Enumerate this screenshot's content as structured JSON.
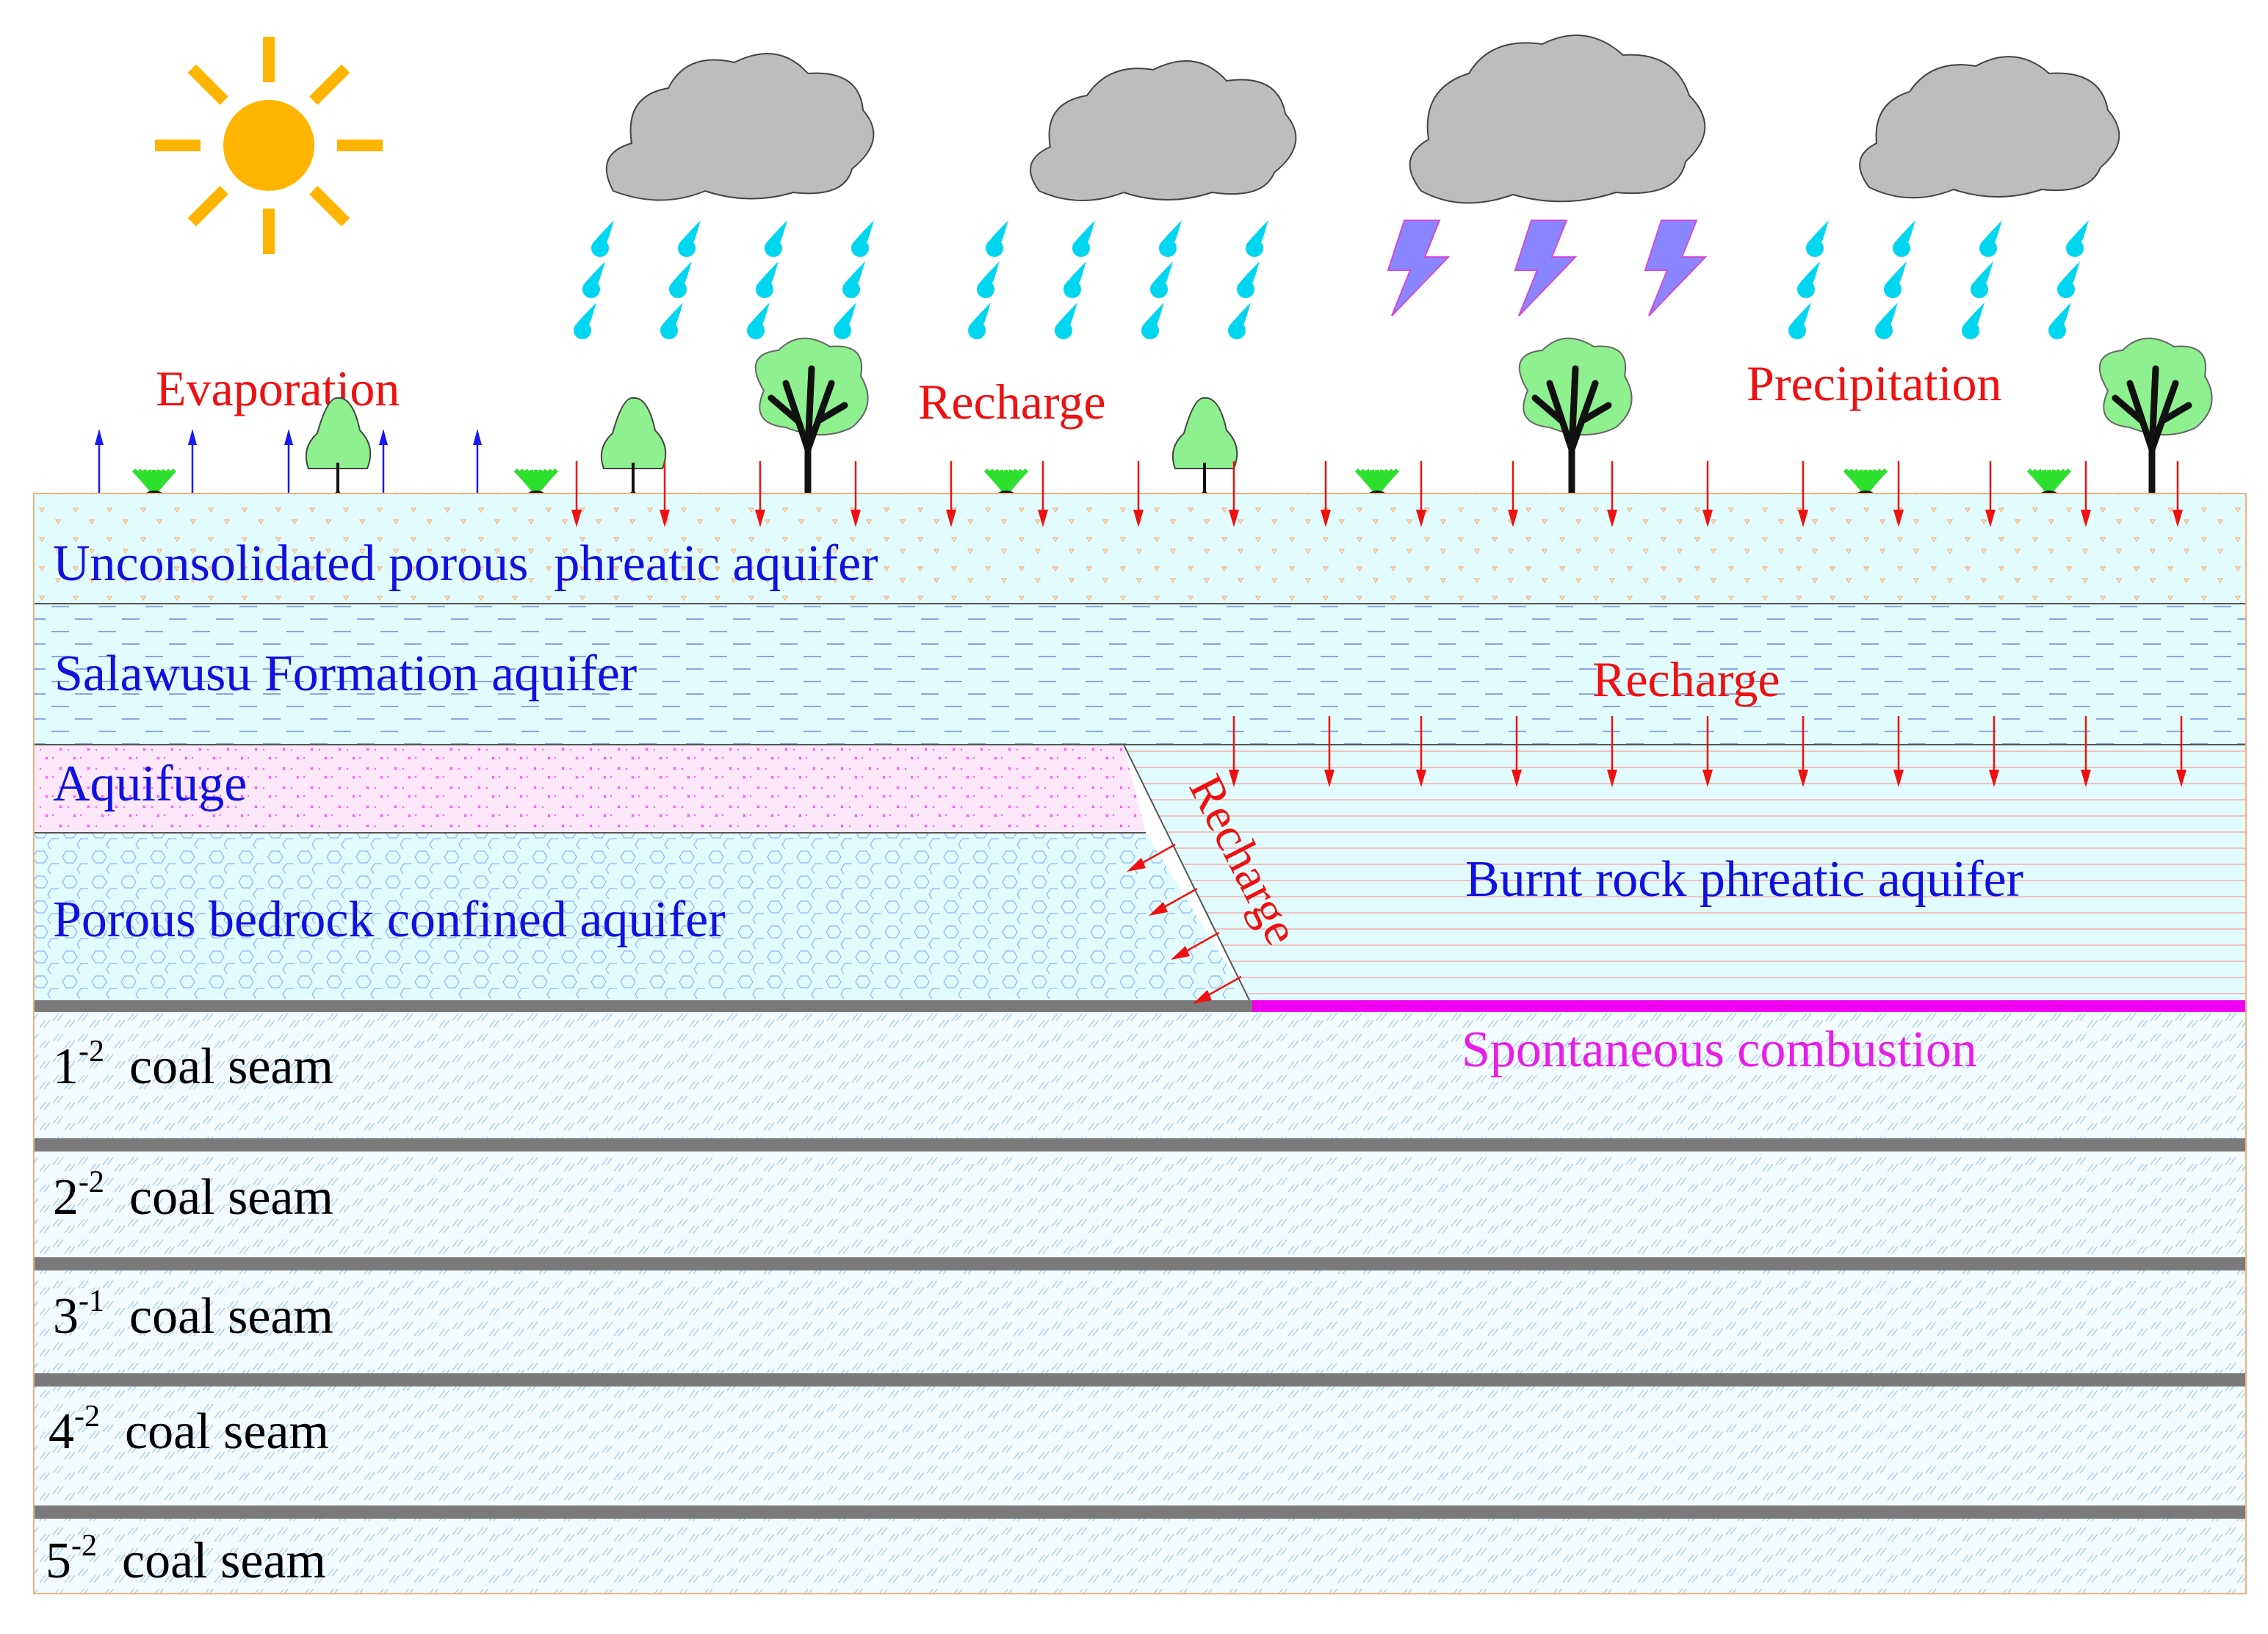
{
  "labels": {
    "evaporation": "Evaporation",
    "recharge_top": "Recharge",
    "precipitation": "Precipitation",
    "recharge_mid": "Recharge",
    "recharge_slope": "Recharge",
    "spontaneous": "Spontaneous combustion"
  },
  "layers": {
    "unconsolidated": "Unconsolidated porous  phreatic aquifer",
    "salawusu": "Salawusu Formation aquifer",
    "aquifuge": "Aquifuge",
    "porous_bedrock": "Porous bedrock confined aquifer",
    "burnt_rock": "Burnt rock phreatic aquifer"
  },
  "coal_seams": [
    {
      "number": "1",
      "sup": "-2",
      "text": "coal seam"
    },
    {
      "number": "2",
      "sup": "-2",
      "text": "coal seam"
    },
    {
      "number": "3",
      "sup": "-1",
      "text": "coal seam"
    },
    {
      "number": "4",
      "sup": "-2",
      "text": "coal seam"
    },
    {
      "number": "5",
      "sup": "-2",
      "text": "coal seam"
    }
  ],
  "colors": {
    "sun": "#ffb400",
    "cloud": "#bdbdbd",
    "rain": "#00d6f0",
    "lightning": "#8a86ff",
    "aquifer": "#e2fbfc",
    "aquifuge": "#fde8fa",
    "coal": "#7a7a7a",
    "combustion": "#ee00ee"
  }
}
